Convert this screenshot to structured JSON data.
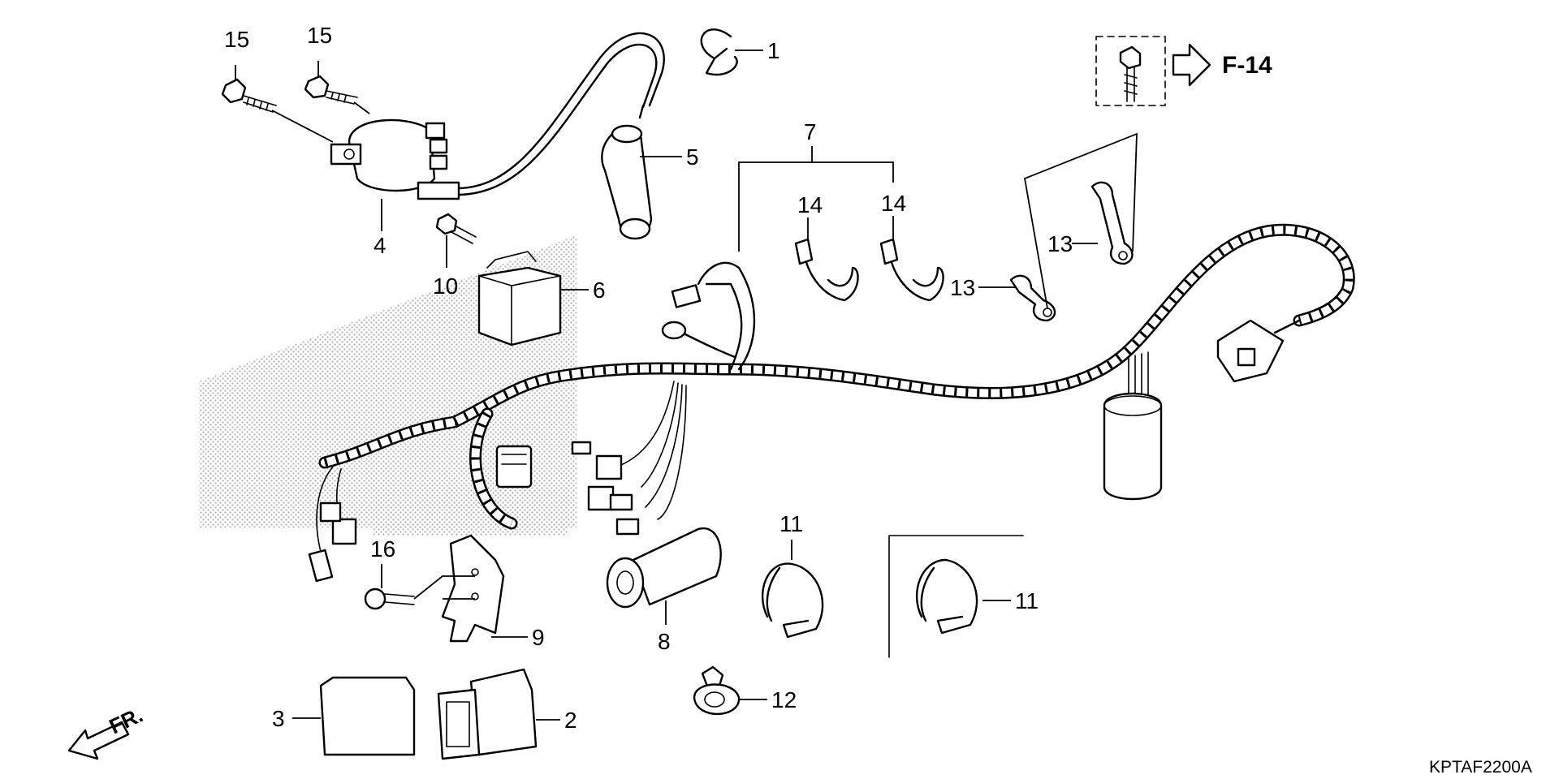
{
  "diagram": {
    "diagram_code": "KPTAF2200A",
    "reference": "F-14",
    "direction_label": "FR.",
    "callouts": {
      "c1": "1",
      "c2": "2",
      "c3": "3",
      "c4": "4",
      "c5": "5",
      "c6": "6",
      "c7": "7",
      "c8": "8",
      "c9": "9",
      "c10": "10",
      "c11a": "11",
      "c11b": "11",
      "c12": "12",
      "c13a": "13",
      "c13b": "13",
      "c14a": "14",
      "c14b": "14",
      "c15a": "15",
      "c15b": "15",
      "c16": "16"
    }
  }
}
